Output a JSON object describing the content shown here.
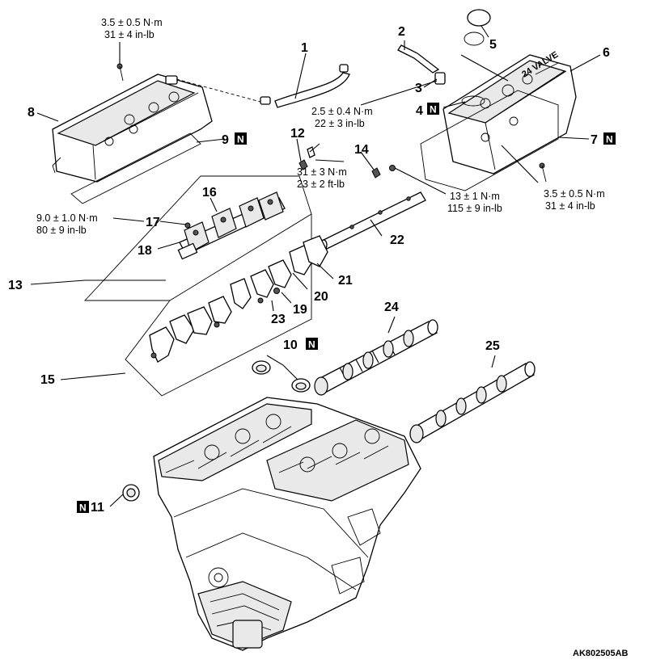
{
  "callouts": {
    "c1": "1",
    "c2": "2",
    "c3": "3",
    "c4": "4",
    "c5": "5",
    "c6": "6",
    "c7": "7",
    "c8": "8",
    "c9": "9",
    "c10": "10",
    "c11": "11",
    "c12": "12",
    "c13": "13",
    "c14": "14",
    "c15": "15",
    "c16": "16",
    "c17": "17",
    "c18": "18",
    "c19": "19",
    "c20": "20",
    "c21": "21",
    "c22": "22",
    "c23": "23",
    "c24": "24",
    "c25": "25"
  },
  "new_part_mark": "N",
  "torque": {
    "t_cover_left_nm": "3.5 ± 0.5 N·m",
    "t_cover_left_inlb": "31 ± 4 in-lb",
    "t_pcv_nm": "2.5 ± 0.4 N·m",
    "t_pcv_inlb": "22 ± 3 in-lb",
    "t_bolt12_nm": "31 ± 3 N·m",
    "t_bolt12_ftlb": "23 ± 2 ft-lb",
    "t_bolt14_nm": "13 ± 1 N·m",
    "t_bolt14_inlb": "115 ± 9 in-lb",
    "t_cover_right_nm": "3.5 ± 0.5 N·m",
    "t_cover_right_inlb": "31 ± 4 in-lb",
    "t_rocker_nm": "9.0 ± 1.0 N·m",
    "t_rocker_inlb": "80 ± 9 in-lb"
  },
  "figure_code": "AK802505AB",
  "cover_emblem": "24 VALVE"
}
